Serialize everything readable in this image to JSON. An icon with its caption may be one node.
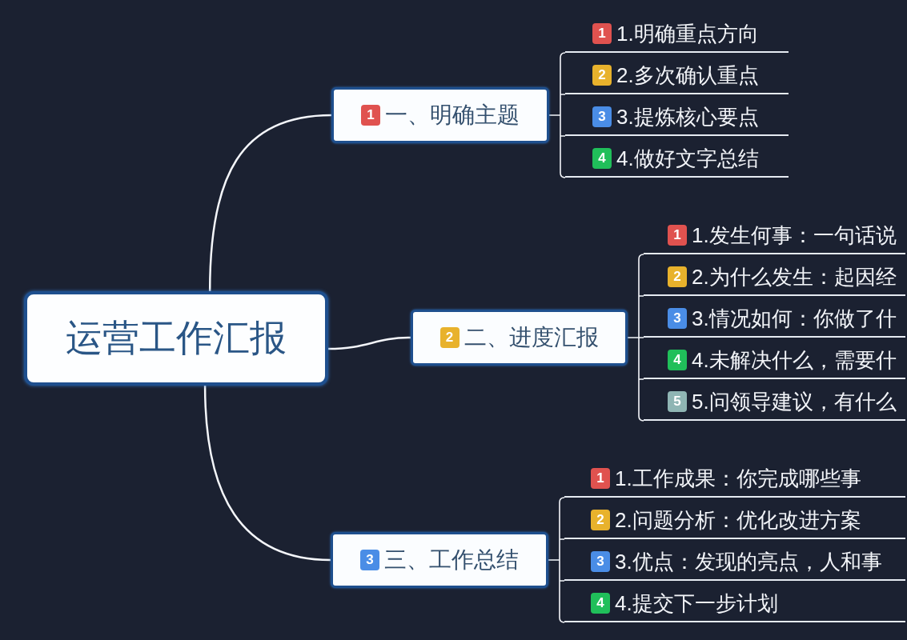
{
  "diagram": {
    "nodes": [
      {
        "text": [
          "运营工作汇报"
        ]
      },
      {
        "text": [
          "1",
          "一、明确主题"
        ]
      },
      {
        "text": [
          "1",
          "1.明确重点方向"
        ]
      },
      {
        "text": [
          "2",
          "2.多次确认重点"
        ]
      },
      {
        "text": [
          "3",
          "3.提炼核心要点"
        ]
      },
      {
        "text": [
          "4",
          "4.做好文字总结"
        ]
      },
      {
        "text": [
          "2",
          "二、进度汇报"
        ]
      },
      {
        "text": [
          "1",
          "1.发生何事：一句话说"
        ]
      },
      {
        "text": [
          "2",
          "2.为什么发生：起因经"
        ]
      },
      {
        "text": [
          "3",
          "3.情况如何：你做了什"
        ]
      },
      {
        "text": [
          "4",
          "4.未解决什么，需要什"
        ]
      },
      {
        "text": [
          "5",
          "5.问领导建议，有什么"
        ]
      },
      {
        "text": [
          "3",
          "三、工作总结"
        ]
      },
      {
        "text": [
          "1",
          "1.工作成果：你完成哪些事"
        ]
      },
      {
        "text": [
          "2",
          "2.问题分析：优化改进方案"
        ]
      },
      {
        "text": [
          "3",
          "3.优点：发现的亮点，人和事"
        ]
      },
      {
        "text": [
          "4",
          "4.提交下一步计划"
        ]
      }
    ],
    "edges": [
      {
        "from": 0,
        "to": 1,
        "arrow": "none"
      },
      {
        "from": 0,
        "to": 6,
        "arrow": "none"
      },
      {
        "from": 0,
        "to": 12,
        "arrow": "none"
      },
      {
        "from": 1,
        "to": 2,
        "arrow": "none"
      },
      {
        "from": 1,
        "to": 3,
        "arrow": "none"
      },
      {
        "from": 1,
        "to": 4,
        "arrow": "none"
      },
      {
        "from": 1,
        "to": 5,
        "arrow": "none"
      },
      {
        "from": 6,
        "to": 7,
        "arrow": "none"
      },
      {
        "from": 6,
        "to": 8,
        "arrow": "none"
      },
      {
        "from": 6,
        "to": 9,
        "arrow": "none"
      },
      {
        "from": 6,
        "to": 10,
        "arrow": "none"
      },
      {
        "from": 6,
        "to": 11,
        "arrow": "none"
      },
      {
        "from": 12,
        "to": 13,
        "arrow": "none"
      },
      {
        "from": 12,
        "to": 14,
        "arrow": "none"
      },
      {
        "from": 12,
        "to": 15,
        "arrow": "none"
      },
      {
        "from": 12,
        "to": 16,
        "arrow": "none"
      }
    ]
  }
}
